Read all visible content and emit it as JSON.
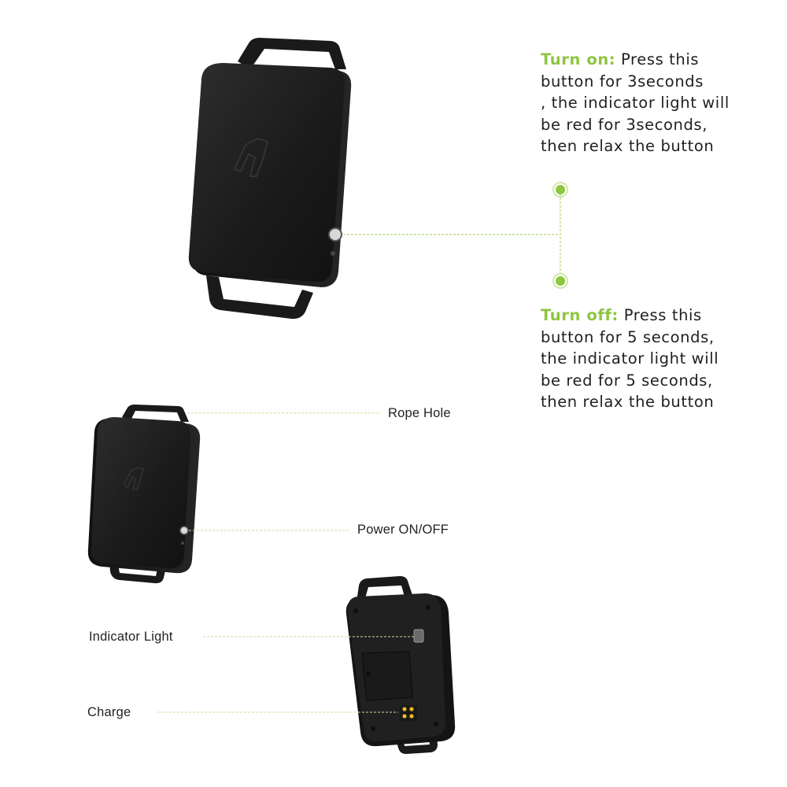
{
  "instructions": {
    "turn_on": {
      "heading": "Turn on:",
      "body_line1": " Press this",
      "body_lines": [
        "button for 3seconds",
        ", the indicator light will",
        "be red for 3seconds,",
        "then relax the button"
      ]
    },
    "turn_off": {
      "heading": "Turn off:",
      "body_line1": " Press this",
      "body_lines": [
        "button for 5 seconds,",
        "the indicator light will",
        "be red for 5 seconds,",
        "then relax the button"
      ]
    }
  },
  "labels": {
    "rope_hole": "Rope Hole",
    "power": "Power ON/OFF",
    "indicator": "Indicator Light",
    "charge": "Charge"
  },
  "colors": {
    "accent": "#8dc63f",
    "device": "#1c1c1c",
    "text": "#1f1f1f"
  }
}
